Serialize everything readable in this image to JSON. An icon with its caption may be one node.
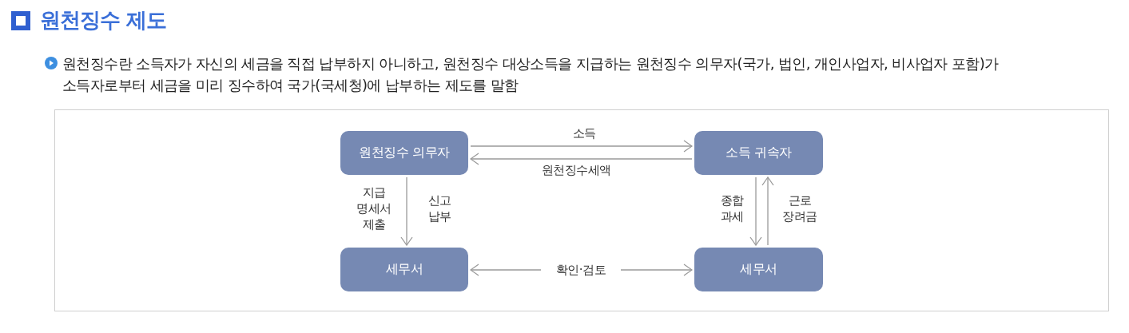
{
  "diagram": {
    "title": "원천징수 제도",
    "nodes": [
      {
        "text": [
          "원천징수 의무자"
        ]
      },
      {
        "text": [
          "소득 귀속자"
        ]
      },
      {
        "text": [
          "세무서"
        ]
      },
      {
        "text": [
          "세무서"
        ]
      }
    ],
    "edges": [
      {
        "from": 0,
        "to": 1,
        "arrow": "to",
        "label": "소득"
      },
      {
        "from": 1,
        "to": 0,
        "arrow": "to",
        "label": "원천징수세액"
      },
      {
        "from": 0,
        "to": 2,
        "arrow": "to",
        "label": "지급 명세서 제출"
      },
      {
        "from": 1,
        "to": 3,
        "arrow": "to",
        "label": "종합 과세"
      },
      {
        "from": 3,
        "to": 1,
        "arrow": "to",
        "label": "근로 장려금"
      },
      {
        "from": 2,
        "to": 3,
        "arrow": "both",
        "label": "확인·검토"
      }
    ],
    "labels": [
      "원천징수란 소득자가 자신의 세금을 직접 납부하지 아니하고, 원천징수 대상소득을 지급하는 원천징수 의무자(국가, 법인, 개인사업자, 비사업자 포함)가 소득자로부터 세금을 미리 징수하여 국가(국세청)에 납부하는 제도를 말함",
      "신고 납부"
    ]
  }
}
